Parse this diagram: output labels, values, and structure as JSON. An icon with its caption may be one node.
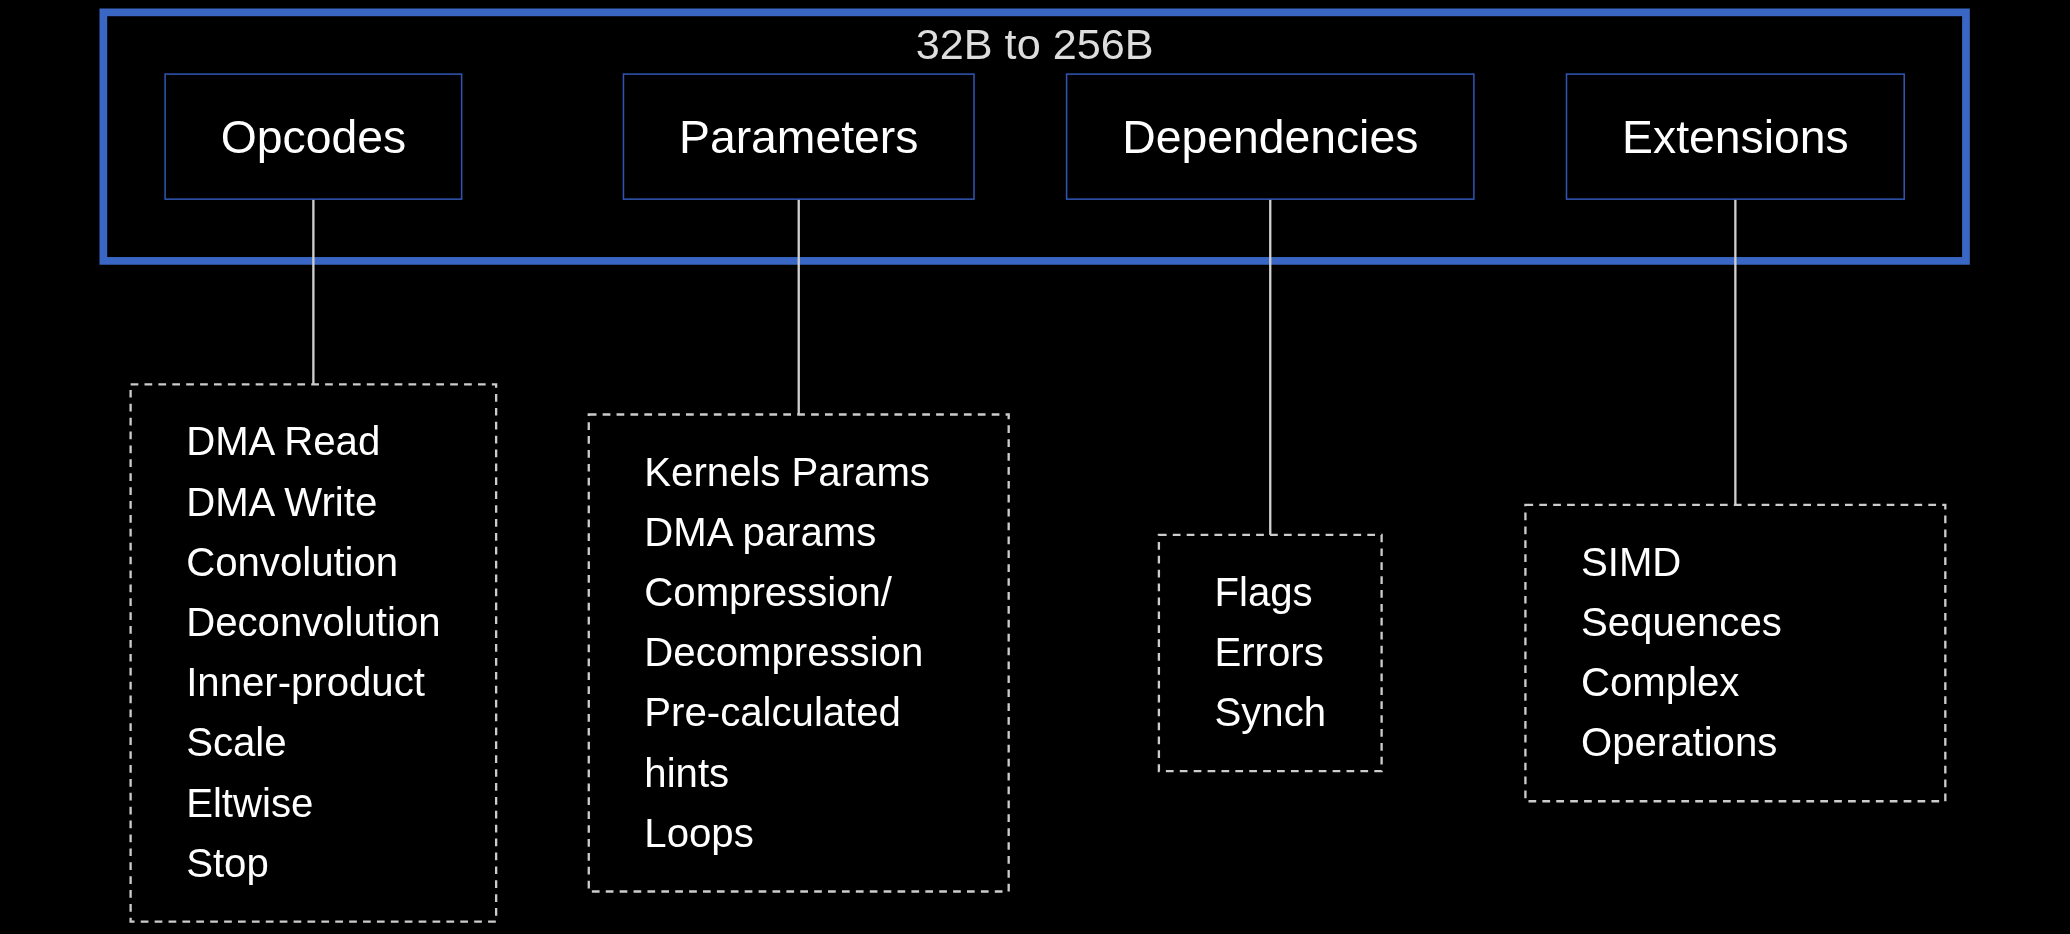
{
  "diagram": {
    "nodes": [
      {
        "text": [
          "32B to 256B"
        ]
      },
      {
        "text": [
          "Opcodes"
        ],
        "in": 0
      },
      {
        "text": [
          "Parameters"
        ],
        "in": 0
      },
      {
        "text": [
          "Dependencies"
        ],
        "in": 0
      },
      {
        "text": [
          "Extensions"
        ],
        "in": 0
      },
      {
        "text": [
          "DMA Read",
          "DMA Write",
          "Convolution",
          "Deconvolution",
          "Inner-product",
          "Scale",
          "Eltwise",
          "Stop"
        ]
      },
      {
        "text": [
          "Kernels Params",
          "DMA params",
          "Compression/ Decompression",
          "Pre-calculated hints",
          "Loops"
        ]
      },
      {
        "text": [
          "Flags",
          "Errors",
          "Synch"
        ]
      },
      {
        "text": [
          "SIMD Sequences",
          "Complex Operations"
        ]
      }
    ],
    "edges": [
      {
        "from": 1,
        "to": 5,
        "arrow": "none"
      },
      {
        "from": 2,
        "to": 6,
        "arrow": "none"
      },
      {
        "from": 3,
        "to": 7,
        "arrow": "none"
      },
      {
        "from": 4,
        "to": 8,
        "arrow": "none"
      }
    ]
  }
}
